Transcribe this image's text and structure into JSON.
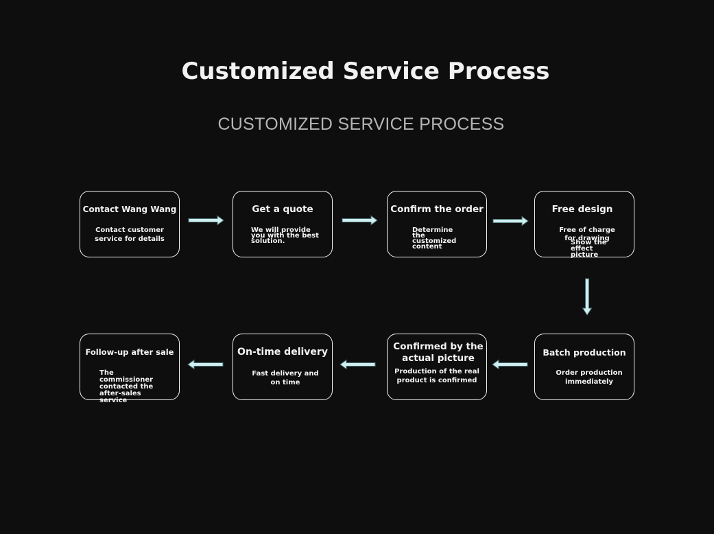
{
  "title": "Customized Service Process",
  "subtitle": "CUSTOMIZED SERVICE PROCESS",
  "steps": [
    {
      "title": "Contact Wang Wang",
      "desc": "Contact customer service for details"
    },
    {
      "title": "Get a quote",
      "desc": "We will provide you with the best solution."
    },
    {
      "title": "Confirm the order",
      "desc": "Determine the customized content"
    },
    {
      "title": "Free design",
      "desc": "Free of charge for drawing",
      "extra": "Show the effect picture"
    },
    {
      "title": "Batch production",
      "desc": "Order production immediately"
    },
    {
      "title": "Confirmed by the actual picture",
      "desc": "Production of the real product is confirmed"
    },
    {
      "title": "On-time delivery",
      "desc": "Fast delivery and on time"
    },
    {
      "title": "Follow-up after sale",
      "desc": "The commissioner contacted the after-sales service"
    }
  ],
  "colors": {
    "background": "#0f0e0e",
    "box_border": "#f4f4f4",
    "arrow": "#cfeff0"
  }
}
